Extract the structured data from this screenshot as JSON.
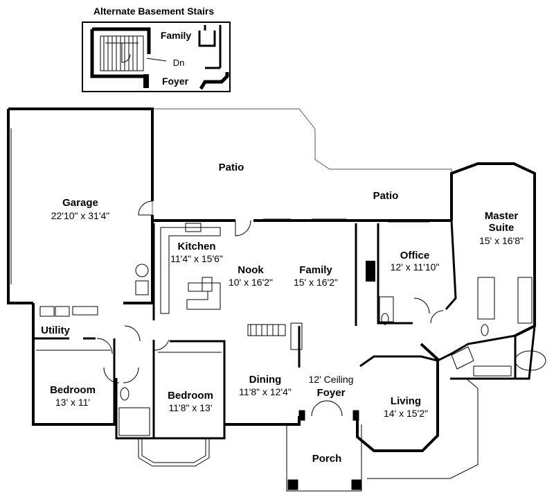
{
  "inset": {
    "title": "Alternate Basement Stairs",
    "family": "Family",
    "dn": "Dn",
    "foyer": "Foyer"
  },
  "rooms": {
    "patio_upper": "Patio",
    "patio_lower": "Patio",
    "garage_name": "Garage",
    "garage_size": "22'10\" x 31'4\"",
    "master_name_1": "Master",
    "master_name_2": "Suite",
    "master_size": "15' x 16'8\"",
    "kitchen_name": "Kitchen",
    "kitchen_size": "11'4\" x 15'6\"",
    "nook_name": "Nook",
    "nook_size": "10' x 16'2\"",
    "family_name": "Family",
    "family_size": "15' x 16'2\"",
    "office_name": "Office",
    "office_size": "12' x 11'10\"",
    "utility_name": "Utility",
    "bedroom1_name": "Bedroom",
    "bedroom1_size": "13' x 11'",
    "bedroom2_name": "Bedroom",
    "bedroom2_size": "11'8\" x 13'",
    "dining_name": "Dining",
    "dining_size": "11'8\" x 12'4\"",
    "ceiling_note": "12' Ceiling",
    "foyer_name": "Foyer",
    "living_name": "Living",
    "living_size": "14' x 15'2\"",
    "porch_name": "Porch"
  }
}
